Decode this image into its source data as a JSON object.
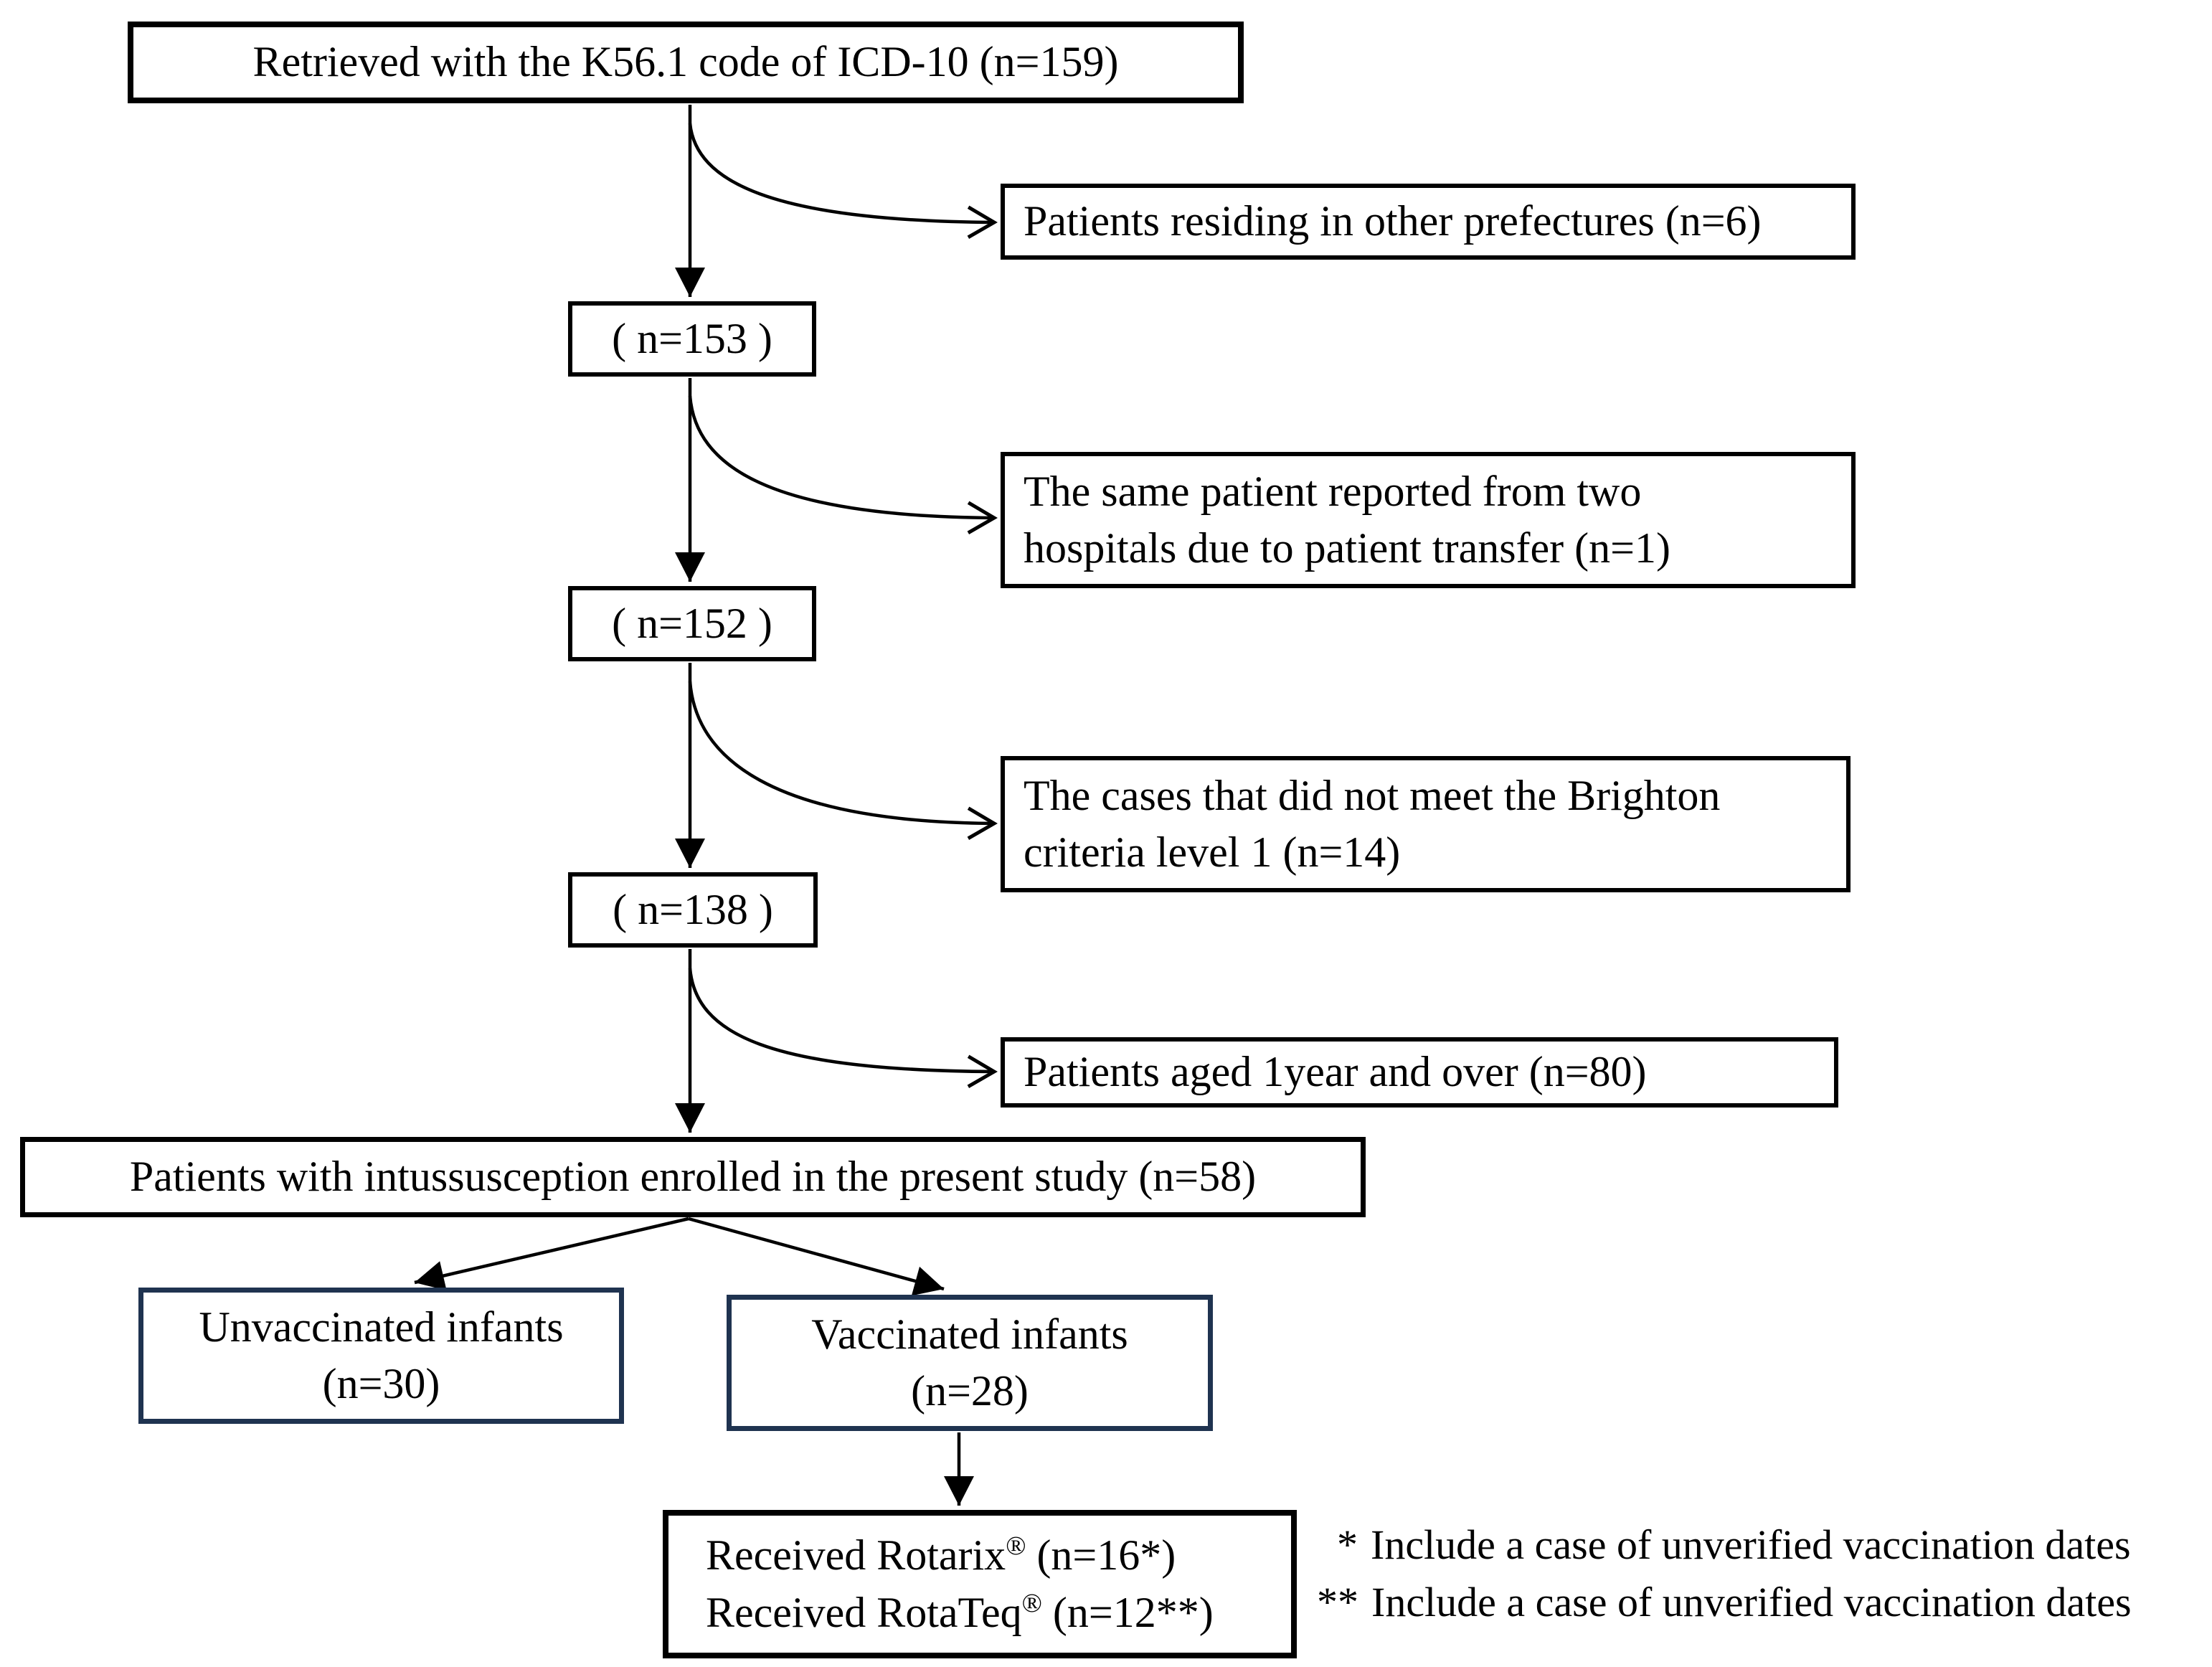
{
  "figure": {
    "background": "#ffffff",
    "colors": {
      "box_border": "#000000",
      "infant_box_border": "#1f3350",
      "arrow": "#000000",
      "text": "#000000"
    },
    "boxes": {
      "retrieved": {
        "text": "Retrieved with the K56.1 code of ICD-10 (n=159)"
      },
      "excluded_prefectures": {
        "lines": [
          "Patients residing in other prefectures (n=6)"
        ]
      },
      "n153": {
        "text": "( n=153 )"
      },
      "excluded_transfer": {
        "lines": [
          "The same patient reported from two",
          "hospitals due to patient transfer (n=1)"
        ]
      },
      "n152": {
        "text": "( n=152 )"
      },
      "excluded_brighton": {
        "lines": [
          "The cases that did not meet the Brighton",
          "criteria level 1 (n=14)"
        ]
      },
      "n138": {
        "text": "( n=138 )"
      },
      "excluded_age": {
        "lines": [
          "Patients aged 1year and over (n=80)"
        ]
      },
      "enrolled": {
        "text": "Patients with intussusception enrolled in the present study (n=58)"
      },
      "unvaccinated": {
        "line1": "Unvaccinated infants",
        "line2": "(n=30)"
      },
      "vaccinated": {
        "line1": "Vaccinated infants",
        "line2": "(n=28)"
      },
      "received": {
        "rotarix_pre": "Received Rotarix",
        "rotarix_reg": "®",
        "rotarix_post": " (n=16*)",
        "rotateq_pre": "Received RotaTeq",
        "rotateq_reg": "®",
        "rotateq_post": " (n=12**)"
      }
    },
    "footnotes": [
      {
        "marker": "*",
        "text": "Include a case of unverified vaccination dates"
      },
      {
        "marker": "**",
        "text": "Include a case of unverified vaccination dates"
      }
    ]
  }
}
